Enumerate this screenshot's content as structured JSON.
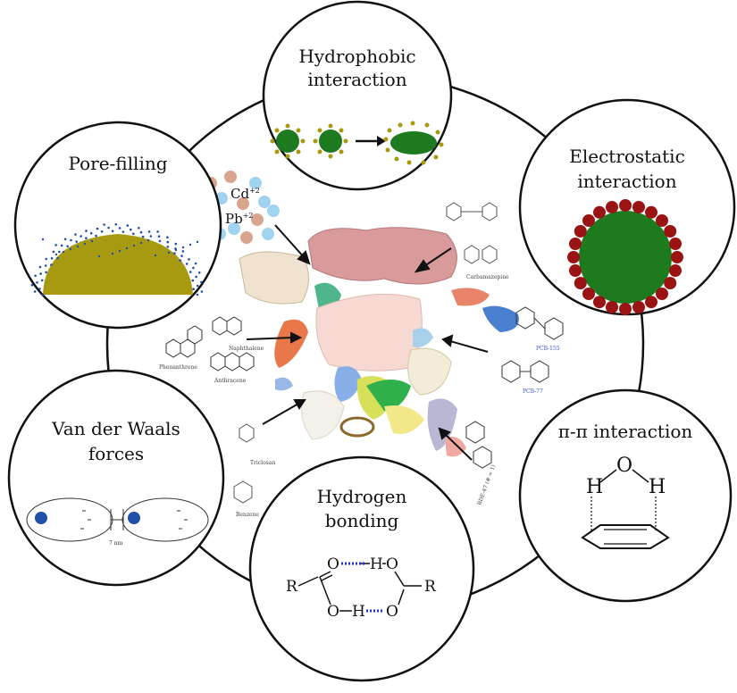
{
  "mechanisms": {
    "hydrophobic": {
      "line1": "Hydrophobic",
      "line2": "interaction"
    },
    "electrostatic": {
      "line1": "Electrostatic",
      "line2": "interaction"
    },
    "pi_pi": {
      "line1": "π-π interaction"
    },
    "hydrogen": {
      "line1": "Hydrogen",
      "line2": "bonding"
    },
    "vdw": {
      "line1": "Van der Waals",
      "line2": "forces"
    },
    "pore": {
      "line1": "Pore-filling"
    }
  },
  "pollutants": {
    "cd": "Cd",
    "cd_sup": "+2",
    "pb": "Pb",
    "pb_sup": "+2",
    "naphthalene": "Naphthalene",
    "phenanthrene": "Phenanthrene",
    "anthracene": "Anthracene",
    "carbamazepine": "Carbamazepine",
    "pcb1": "PCB-155",
    "pcb2": "PCB-77",
    "bde": "BDE-47 (# = 1)",
    "triclosan": "Triclosan",
    "benzene": "Benzene"
  },
  "chemistry": {
    "water_h1": "H",
    "water_o": "O",
    "water_h2": "H",
    "r_left": "R",
    "r_right": "R",
    "o_top_left": "O",
    "h_top": "H",
    "o_top_right": "O",
    "o_bot_left": "O",
    "h_bot": "H",
    "o_bot_right": "O",
    "vdw_gap": "7 nm"
  },
  "colors": {
    "green": "#1e7a1e",
    "dark_red": "#9b1414",
    "olive": "#a89a10",
    "dot_blue": "#1f4fa8",
    "hbond_blue": "#2233cc",
    "sphere_blue": "#9fd3f0",
    "sphere_tan": "#d9a48e"
  }
}
